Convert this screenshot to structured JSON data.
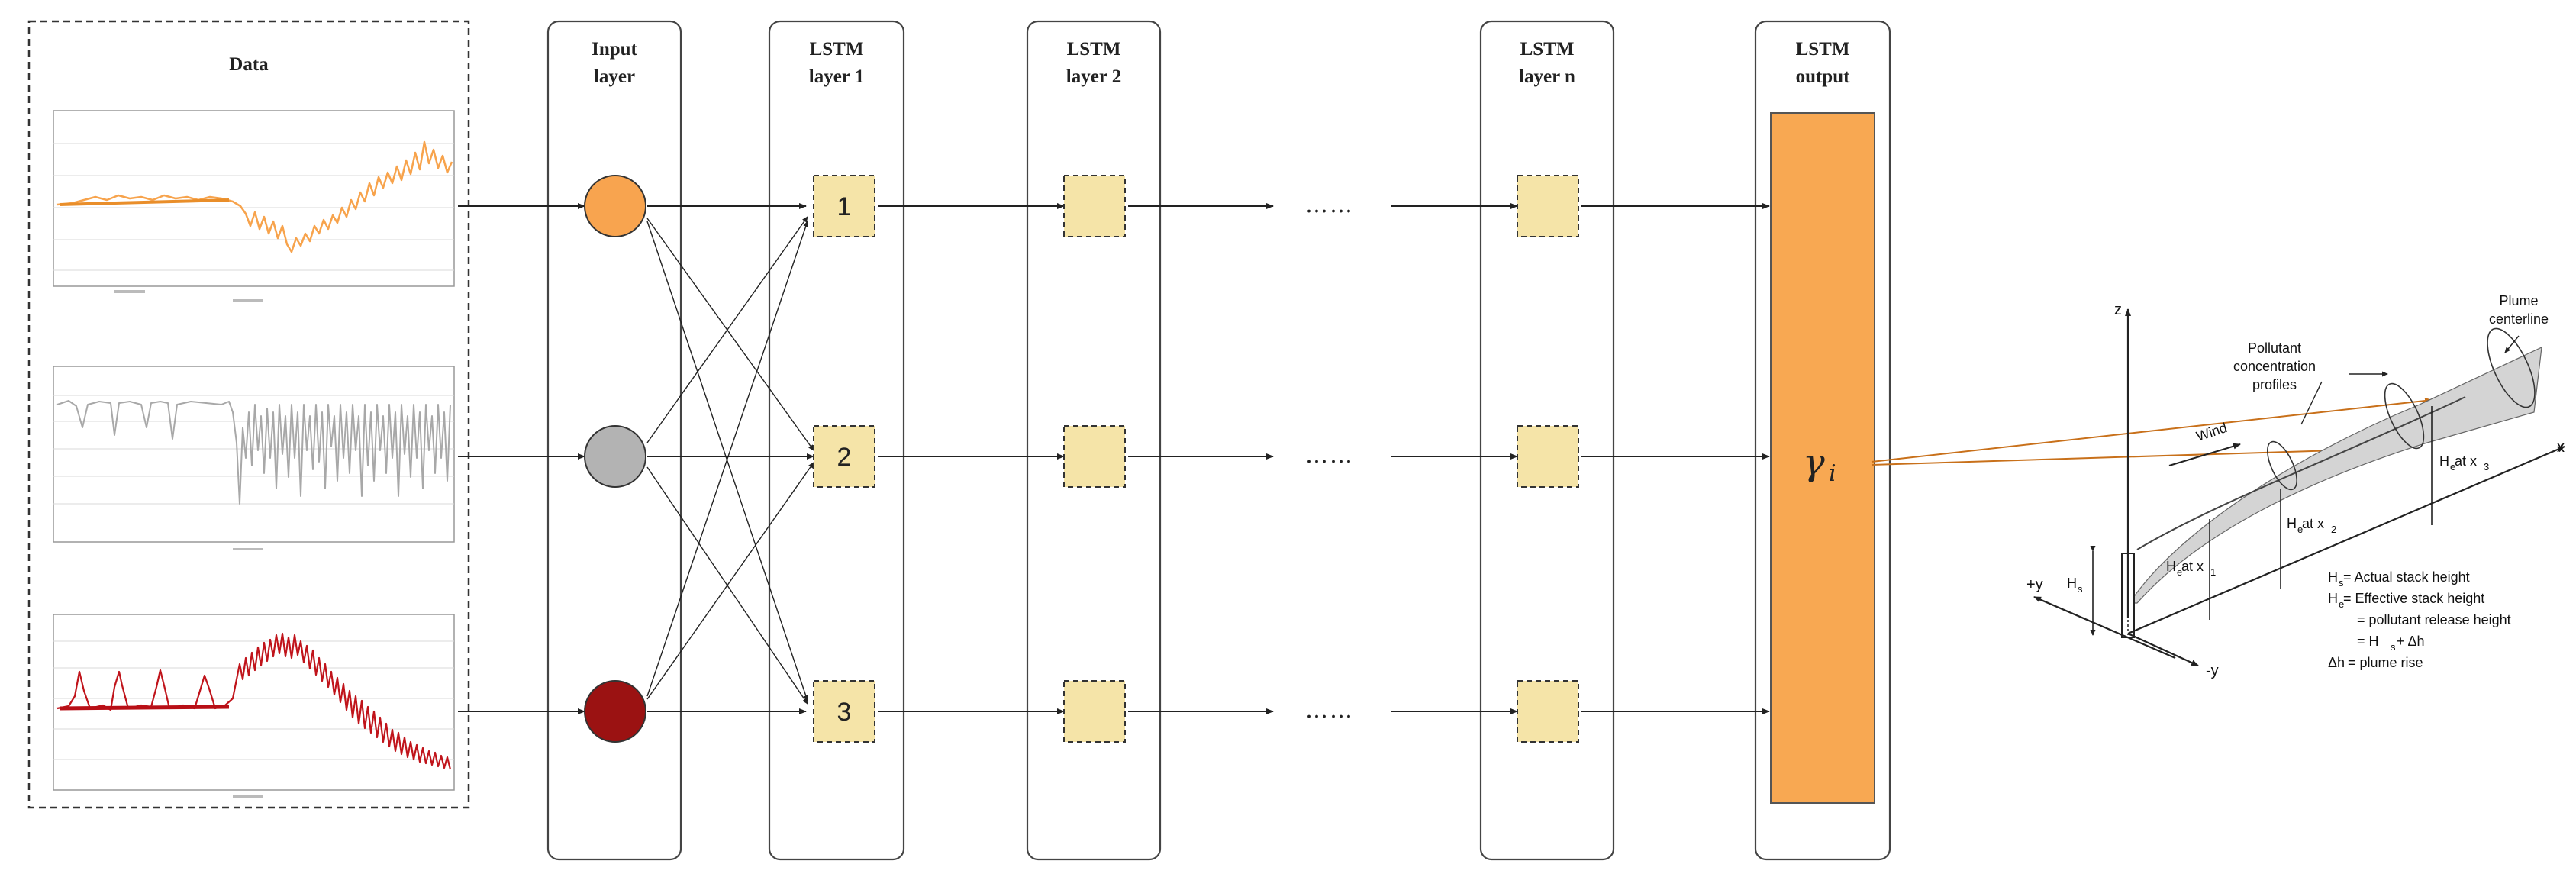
{
  "data_panel": {
    "title": "Data",
    "series_colors": [
      "#f7a34c",
      "#a8a8a8",
      "#c0141b"
    ]
  },
  "layers": [
    {
      "title_line1": "Input",
      "title_line2": "layer"
    },
    {
      "title_line1": "LSTM",
      "title_line2": "layer 1"
    },
    {
      "title_line1": "LSTM",
      "title_line2": "layer 2"
    },
    {
      "title_line1": "LSTM",
      "title_line2": "layer n"
    },
    {
      "title_line1": "LSTM",
      "title_line2": "output"
    }
  ],
  "input_nodes": [
    {
      "color": "#f8a44f"
    },
    {
      "color": "#b3b3b3"
    },
    {
      "color": "#9b1212"
    }
  ],
  "cells": {
    "labels": [
      "1",
      "2",
      "3"
    ],
    "fill": "#f5e4a8"
  },
  "ellipsis": "……",
  "output": {
    "symbol": "γ",
    "subscript": "i",
    "fill": "#f8a852"
  },
  "plume": {
    "labels": {
      "plume_centerline_1": "Plume",
      "plume_centerline_2": "centerline",
      "pollutant_1": "Pollutant",
      "pollutant_2": "concentration",
      "pollutant_3": "profiles",
      "wind": "Wind",
      "z": "z",
      "x": "x",
      "plus_y": "+y",
      "minus_y": "-y",
      "hs": "H",
      "hs_sub": "s",
      "he_x1": "H",
      "he_x1_sub": "e",
      "he_x1_tail": " at x",
      "he_x1_tail_sub": "1",
      "he_x2": "H",
      "he_x2_sub": "e",
      "he_x2_tail": " at x",
      "he_x2_tail_sub": "2",
      "he_x3": "H",
      "he_x3_sub": "e",
      "he_x3_tail": " at x",
      "he_x3_tail_sub": "3"
    },
    "legend": [
      {
        "sym": "H",
        "sub": "s",
        "text": " =  Actual stack height"
      },
      {
        "sym": "H",
        "sub": "e",
        "text": " =  Effective stack height"
      },
      {
        "sym": "",
        "sub": "",
        "text": "=  pollutant release height"
      },
      {
        "sym": "",
        "sub": "",
        "text": "=  H"
      },
      {
        "sym": "Δh",
        "sub": "",
        "text": " =  plume rise"
      }
    ],
    "legend_line4_sub": "s",
    "legend_line4_tail": " + Δh"
  }
}
